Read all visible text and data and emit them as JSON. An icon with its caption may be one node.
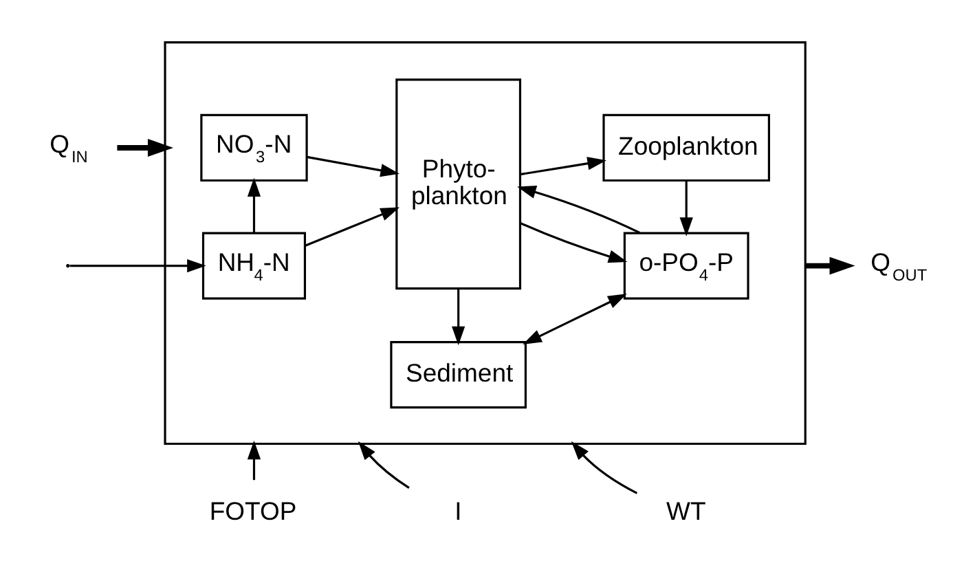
{
  "diagram": {
    "nodes": [
      {
        "text": [
          "FOTOP"
        ]
      },
      {
        "text": [
          "I"
        ]
      },
      {
        "text": [
          "WT"
        ]
      },
      {
        "text": [
          "Q$_{IN}$"
        ]
      },
      {
        "text": [],
        "shape": "box"
      },
      {
        "text": [
          "NH$_{4}$-N"
        ],
        "in": 4
      },
      {
        "text": [
          "Phyto- plankton"
        ],
        "in": 4
      },
      {
        "text": [
          "Zooplankton"
        ],
        "in": 4
      },
      {
        "text": [
          "NO$_{3}$-N"
        ],
        "in": 4
      },
      {
        "text": [
          "o-PO$_{4}$-P"
        ],
        "in": 4
      },
      {
        "text": [
          "Q$_{OUT}$"
        ]
      },
      {
        "text": [
          "Sediment"
        ],
        "in": 4
      }
    ],
    "edges": [
      {
        "from": 0,
        "to": 4,
        "arrow": "to"
      },
      {
        "from": 1,
        "to": 4,
        "arrow": "to"
      },
      {
        "from": 2,
        "to": 4,
        "arrow": "to"
      },
      {
        "from": 3,
        "to": 4,
        "arrow": "to",
        "style": "thick"
      },
      {
        "from": 4,
        "to": 10,
        "arrow": "to",
        "style": "thick"
      },
      {
        "from": null,
        "to": 5,
        "arrow": "to"
      },
      {
        "from": 5,
        "to": 6,
        "arrow": "to"
      },
      {
        "from": 6,
        "to": 7,
        "arrow": "to"
      },
      {
        "from": 5,
        "to": 8,
        "arrow": "to"
      },
      {
        "from": 8,
        "to": 6,
        "arrow": "to"
      },
      {
        "from": 7,
        "to": 9,
        "arrow": "to"
      },
      {
        "from": 9,
        "to": 6,
        "arrow": "to"
      },
      {
        "from": 6,
        "to": 9,
        "arrow": "to"
      },
      {
        "from": 6,
        "to": 11,
        "arrow": "to"
      },
      {
        "from": 9,
        "to": 11,
        "arrow": "both"
      }
    ]
  }
}
